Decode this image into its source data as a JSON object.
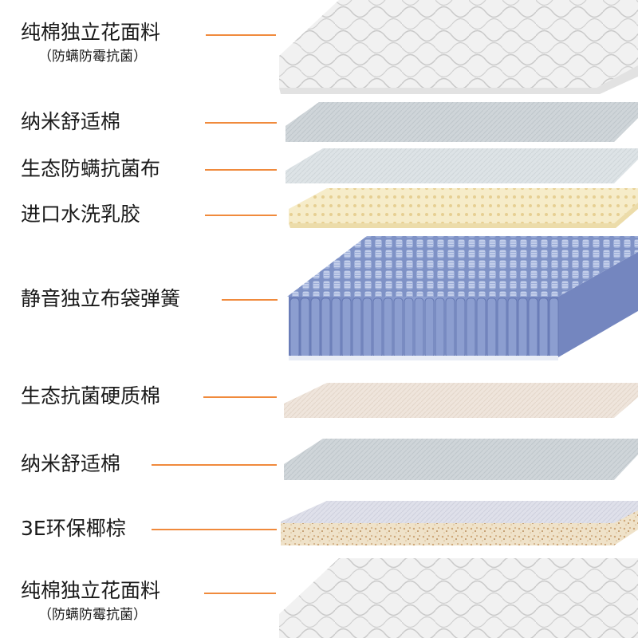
{
  "leader_color": "#f08a3c",
  "layers": [
    {
      "label": "纯棉独立花面料",
      "sublabel": "（防螨防霉抗菌）",
      "kind": "quilt"
    },
    {
      "label": "纳米舒适棉",
      "kind": "foam-grey"
    },
    {
      "label": "生态防螨抗菌布",
      "kind": "fabric-light"
    },
    {
      "label": "进口水洗乳胶",
      "kind": "latex"
    },
    {
      "label": "静音独立布袋弹簧",
      "kind": "springs"
    },
    {
      "label": "生态抗菌硬质棉",
      "kind": "foam-beige"
    },
    {
      "label": "纳米舒适棉",
      "kind": "foam-grey"
    },
    {
      "label": "3E环保椰棕",
      "kind": "coir"
    },
    {
      "label": "纯棉独立花面料",
      "sublabel": "（防螨防霉抗菌）",
      "kind": "quilt"
    }
  ]
}
